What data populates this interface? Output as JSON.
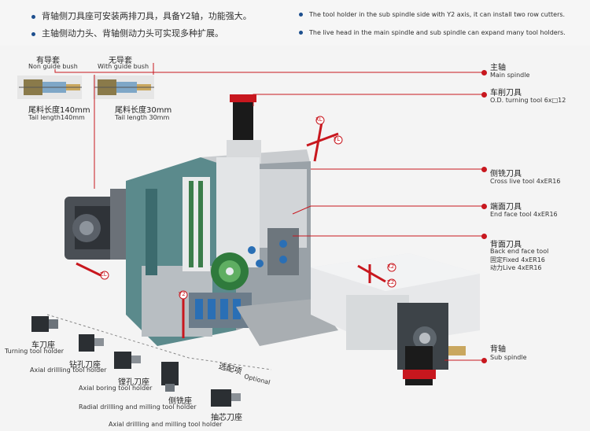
{
  "features": {
    "cn": [
      "背轴侧刀具座可安装两排刀具，具备Y2轴，功能强大。",
      "主轴侧动力头、背轴侧动力头可实现多种扩展。"
    ],
    "en": [
      "The tool holder in the sub spindle side with Y2 axis, it can install two row cutters.",
      "The live head in the main spindle and sub spindle can expand many tool holders."
    ]
  },
  "guide_bush": {
    "with_bush_cn": "有导套",
    "with_bush_en": "Non guide bush",
    "without_bush_cn": "无导套",
    "without_bush_en": "With guide bush",
    "tail140_cn": "尾料长度140mm",
    "tail140_en": "Tail length140mm",
    "tail30_cn": "尾料长度30mm",
    "tail30_en": "Tail length 30mm"
  },
  "callouts": [
    {
      "cn": "主轴",
      "en": "Main spindle"
    },
    {
      "cn": "车削刀具",
      "en": "O.D. turning tool 6x□12"
    },
    {
      "cn": "侧铣刀具",
      "en": "Cross live tool 4xER16"
    },
    {
      "cn": "端面刀具",
      "en": "End face tool 4xER16"
    },
    {
      "cn": "背面刀具",
      "en": "Back end face tool",
      "en2": "固定Fixed 4xER16",
      "en3": "动力Live 4xER16"
    },
    {
      "cn": "背轴",
      "en": "Sub spindle"
    }
  ],
  "holders": [
    {
      "cn": "车刀座",
      "en": "Turning tool holder"
    },
    {
      "cn": "钻孔刀座",
      "en": "Axial drillling tool holder"
    },
    {
      "cn": "镗孔刀座",
      "en": "Axial boring tool holder"
    },
    {
      "cn": "侧铣座",
      "en": "Radial drillling and milling tool holder"
    },
    {
      "cn": "抽芯刀座",
      "en": "Axial drillling and milling tool holder"
    }
  ],
  "optional": {
    "cn": "选配项",
    "en": "Optional"
  },
  "axes": {
    "xl": "XL",
    "yl": "YL",
    "zl": "ZL",
    "x2": "X2",
    "y2": "Y2",
    "z2": "Z2"
  },
  "colors": {
    "accent": "#c8171e",
    "machine_teal": "#5b8a8c",
    "bullet": "#1d4f8e"
  }
}
